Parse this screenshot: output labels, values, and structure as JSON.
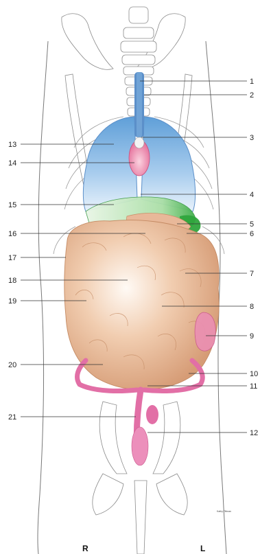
{
  "labels": [
    "1",
    "2",
    "3",
    "4",
    "5",
    "6",
    "7",
    "8",
    "9",
    "10",
    "11",
    "12",
    "13",
    "14",
    "15",
    "16",
    "17",
    "18",
    "19",
    "20",
    "21"
  ],
  "side_labels": {
    "right": "R",
    "left": "L"
  },
  "signature": "Kathy Tillman",
  "colors": {
    "trachea": "#5b8fc9",
    "lungs": "#9cc3e6",
    "heart": "#e88fb0",
    "liver": "#7ccf8a",
    "intestines": "#e2b18d",
    "kidney_uterus": "#e26fa6",
    "bone_outline": "#8a8a8a"
  }
}
